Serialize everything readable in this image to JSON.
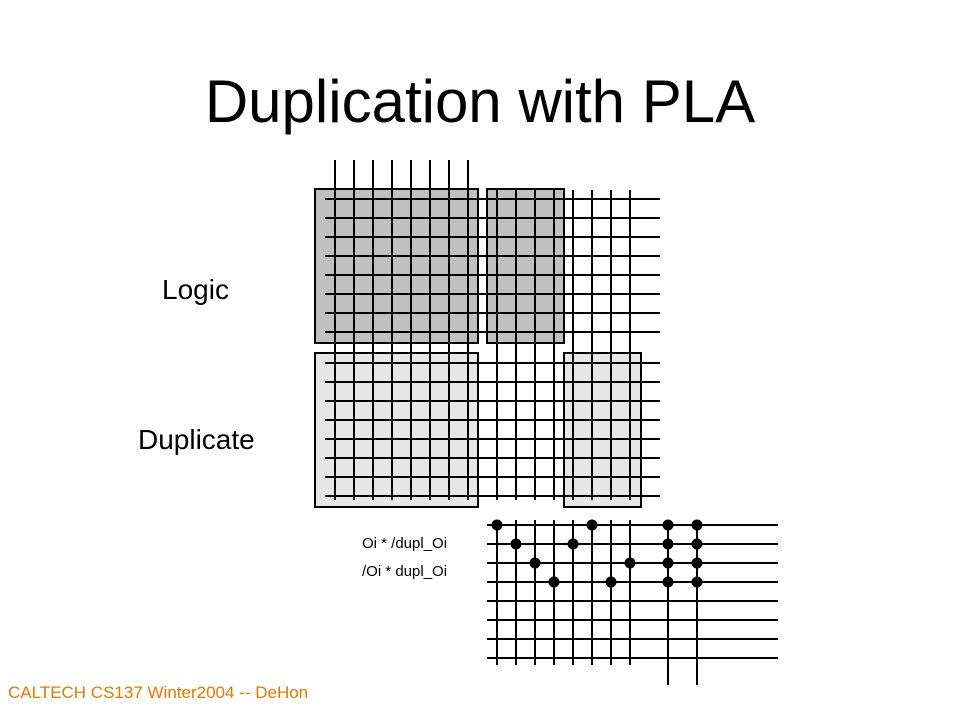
{
  "slide": {
    "title": "Duplication with PLA",
    "logic_label": "Logic",
    "duplicate_label": "Duplicate",
    "term1": "Oi * /dupl_Oi",
    "term2": "/Oi * dupl_Oi",
    "footer": "CALTECH CS137 Winter2004 -- DeHon"
  },
  "colors": {
    "logic_fill": "#c0c0c0",
    "duplicate_fill": "#e6e6e6",
    "line": "#000000",
    "footer": "#e07a00"
  }
}
